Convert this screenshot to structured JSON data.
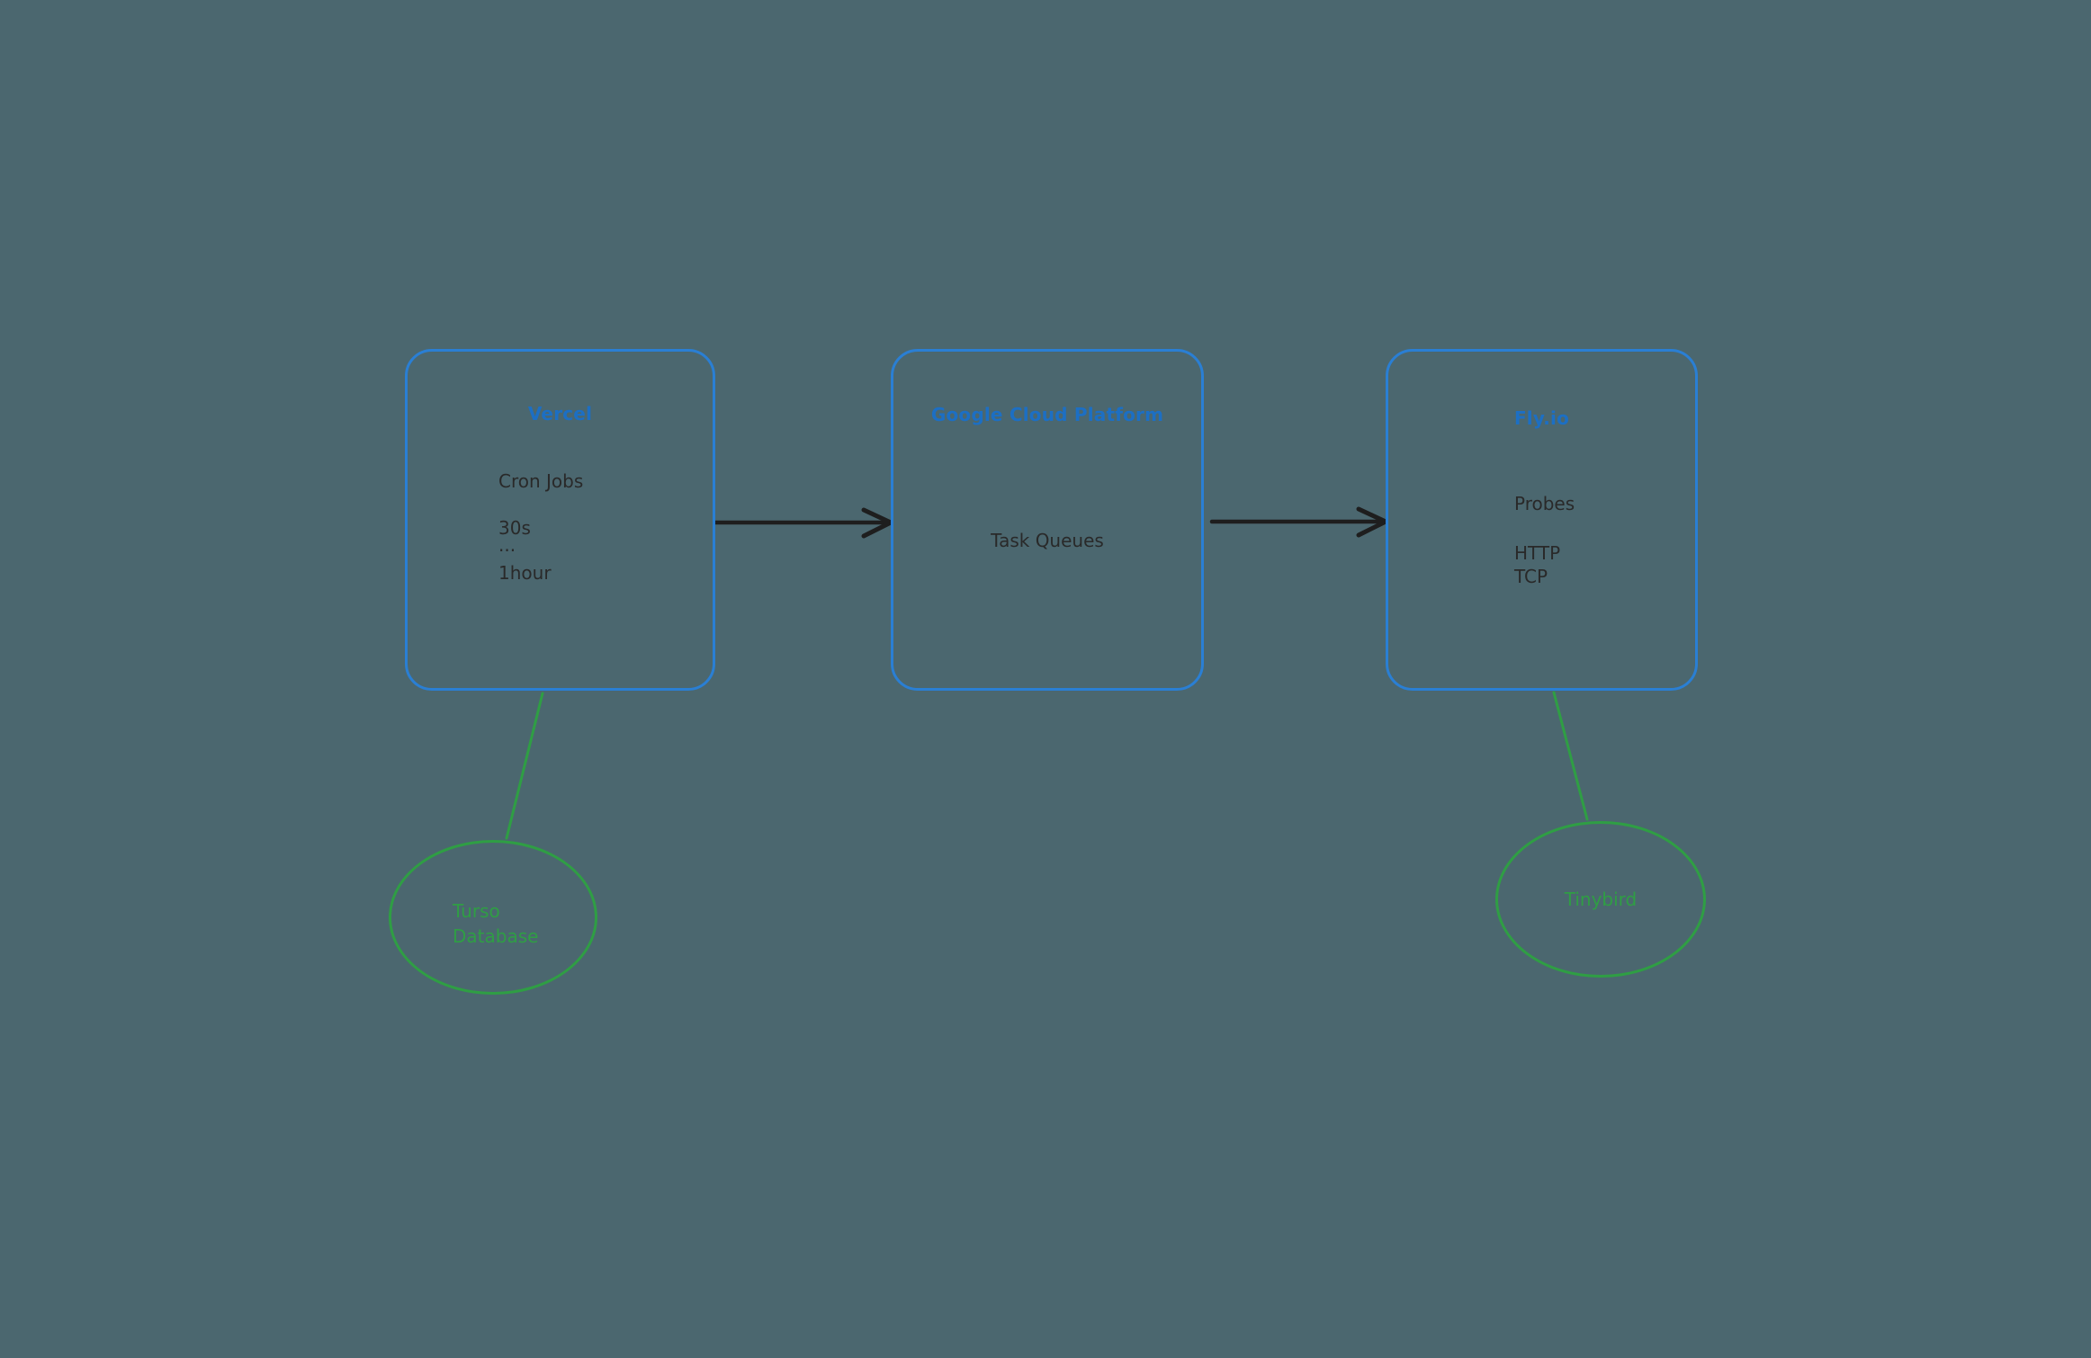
{
  "canvas": {
    "background_color": "#4b676f"
  },
  "colors": {
    "background": "#4b676f",
    "box_border": "#2a7fd4",
    "box_title": "#1c6fc4",
    "body_text": "#292929",
    "green": "#2f9e44",
    "arrow": "#1e1e1e"
  },
  "boxes": {
    "vercel": {
      "title": "Vercel",
      "line1": "Cron Jobs",
      "line2": "30s",
      "line3": "...",
      "line4": "1hour"
    },
    "gcp": {
      "title": "Google Cloud Platform",
      "line1": "Task Queues"
    },
    "flyio": {
      "title": "Fly.io",
      "line1": "Probes",
      "line2": "HTTP",
      "line3": "TCP"
    }
  },
  "ellipses": {
    "turso": {
      "line1": "Turso",
      "line2": "Database"
    },
    "tinybird": {
      "label": "Tinybird"
    }
  },
  "connections": [
    {
      "from": "Vercel",
      "to": "Google Cloud Platform",
      "type": "arrow"
    },
    {
      "from": "Google Cloud Platform",
      "to": "Fly.io",
      "type": "arrow"
    },
    {
      "from": "Vercel",
      "to": "Turso Database",
      "type": "line"
    },
    {
      "from": "Fly.io",
      "to": "Tinybird",
      "type": "line"
    }
  ]
}
